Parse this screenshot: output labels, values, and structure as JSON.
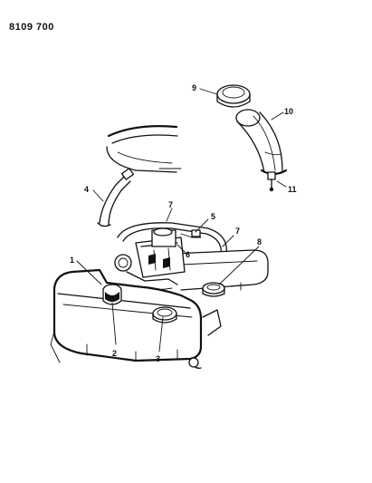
{
  "header": {
    "figure_code": "8109 700"
  },
  "callouts": [
    {
      "id": "1",
      "label": "1"
    },
    {
      "id": "2",
      "label": "2"
    },
    {
      "id": "3",
      "label": "3"
    },
    {
      "id": "4",
      "label": "4"
    },
    {
      "id": "5",
      "label": "5"
    },
    {
      "id": "6",
      "label": "6"
    },
    {
      "id": "7a",
      "label": "7"
    },
    {
      "id": "7b",
      "label": "7"
    },
    {
      "id": "8",
      "label": "8"
    },
    {
      "id": "9",
      "label": "9"
    },
    {
      "id": "10",
      "label": "10"
    },
    {
      "id": "11",
      "label": "11"
    }
  ]
}
